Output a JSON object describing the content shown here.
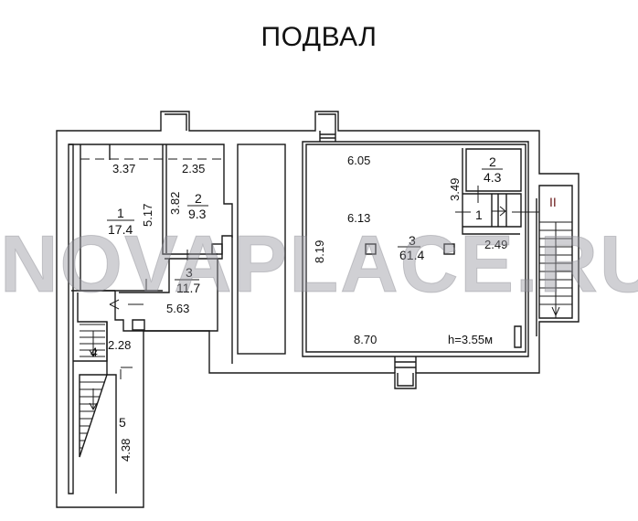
{
  "title": "ПОДВАЛ",
  "watermark": "NOVAPLACE.RU",
  "ceiling_height": "h=3.55м",
  "left_block": {
    "rooms": [
      {
        "number": "1",
        "area": "17.4"
      },
      {
        "number": "2",
        "area": "9.3"
      },
      {
        "number": "3",
        "area": "11.7"
      },
      {
        "number": "4",
        "area": ""
      },
      {
        "number": "5",
        "area": ""
      }
    ],
    "dimensions": {
      "room1_width": "3.37",
      "room2_width": "2.35",
      "room1_depth": "5.17",
      "room2_depth": "3.82",
      "room3_width": "5.63",
      "corridor_length": "2.28",
      "room5_length": "4.38"
    }
  },
  "right_block": {
    "rooms": [
      {
        "number": "1",
        "area": ""
      },
      {
        "number": "2",
        "area": "4.3"
      },
      {
        "number": "3",
        "area": "61.4"
      }
    ],
    "staircase_label": "II",
    "dimensions": {
      "top_width": "6.05",
      "mid_width": "6.13",
      "bottom_width": "8.70",
      "depth": "8.19",
      "room2_depth": "3.49",
      "side_width": "2.49"
    }
  },
  "colors": {
    "line": "#1a1a1a",
    "background": "#ffffff",
    "staircase_label": "#6b1a1a",
    "watermark": "#9696a0"
  }
}
